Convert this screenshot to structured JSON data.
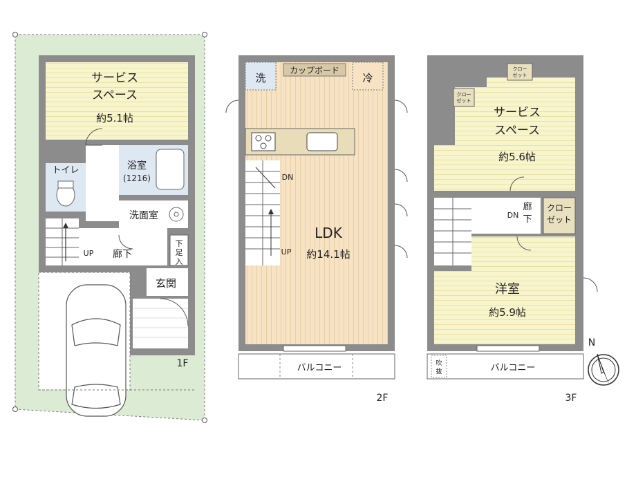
{
  "colors": {
    "wall": "#8c8c8c",
    "room_fill": "#f8f4cc",
    "floor_stripe": "#e6d0ab",
    "ldk_fill": "#f7e2c3",
    "wet_fill": "#dde8f3",
    "garden": "#dcebd3",
    "line": "#444444",
    "door": "#555555"
  },
  "floor1": {
    "level_label": "1F",
    "service_space": {
      "name_line1": "サービス",
      "name_line2": "スペース",
      "size": "約5.1帖"
    },
    "toilet": "トイレ",
    "bath": {
      "name": "浴室",
      "size": "(1216)"
    },
    "washroom": "洗面室",
    "hallway": "廊下",
    "stairs_up": "UP",
    "shoe_storage": {
      "line1": "下",
      "line2": "足",
      "line3": "入"
    },
    "entrance": "玄関"
  },
  "floor2": {
    "level_label": "2F",
    "washer": "洗",
    "cupboard": "カップボード",
    "fridge": "冷",
    "ldk": {
      "name": "LDK",
      "size": "約14.1帖"
    },
    "stairs_down": "DN",
    "stairs_up": "UP",
    "balcony": "バルコニー"
  },
  "floor3": {
    "level_label": "3F",
    "closet_small_top": {
      "line1": "クロー",
      "line2": "ゼット"
    },
    "closet_small_left": {
      "line1": "クロー",
      "line2": "ゼット"
    },
    "service_space": {
      "name_line1": "サービス",
      "name_line2": "スペース",
      "size": "約5.6帖"
    },
    "stairs_down": "DN",
    "hallway": {
      "line1": "廊",
      "line2": "下"
    },
    "closet": {
      "line1": "クロー",
      "line2": "ゼット"
    },
    "western_room": {
      "name": "洋室",
      "size": "約5.9帖"
    },
    "void": {
      "line1": "吹",
      "line2": "抜"
    },
    "balcony": "バルコニー"
  },
  "compass_label": "N"
}
